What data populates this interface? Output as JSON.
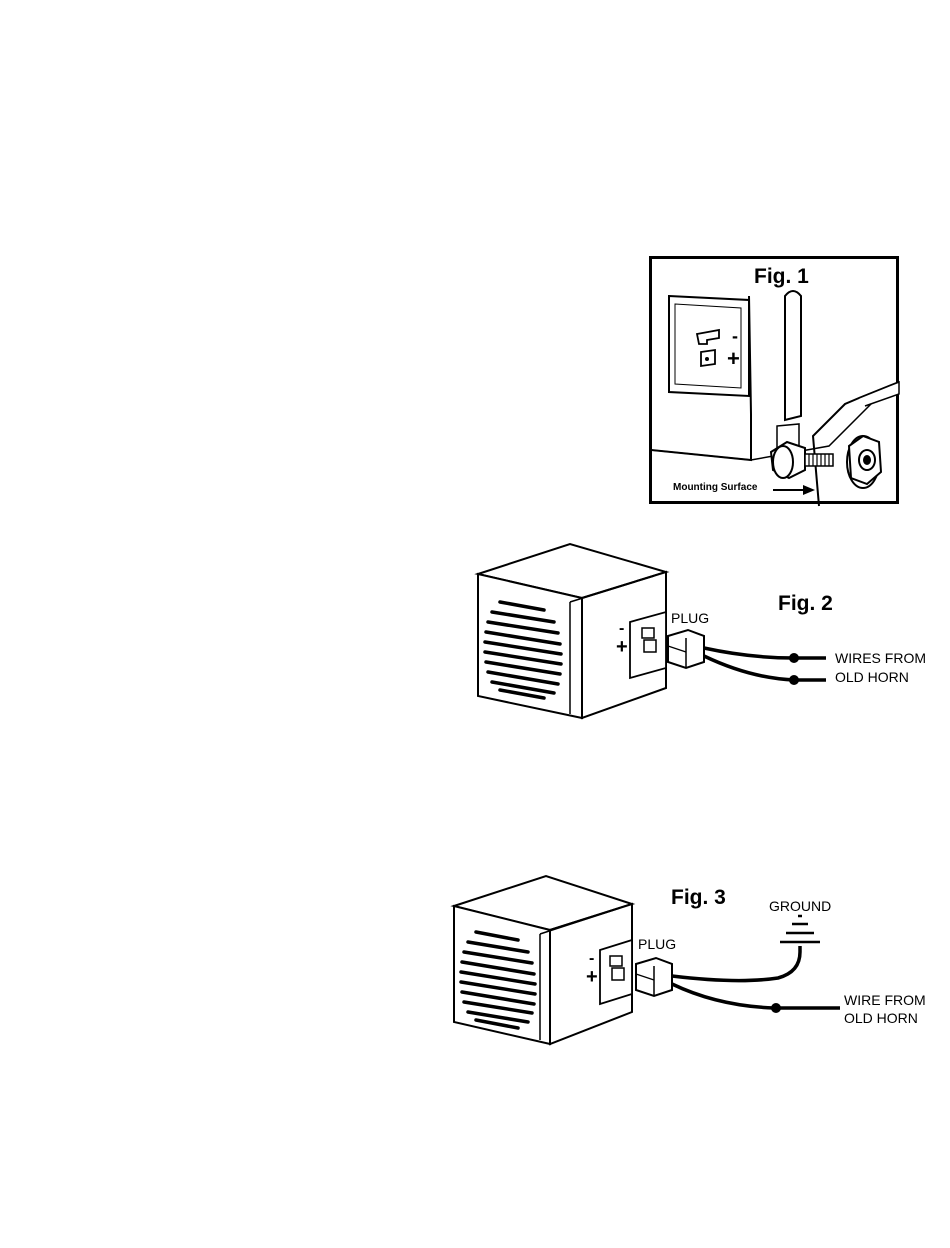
{
  "fig1": {
    "title": "Fig. 1",
    "mounting_label": "Mounting Surface",
    "minus_symbol": "-",
    "plus_symbol": "+"
  },
  "fig2": {
    "title": "Fig. 2",
    "plug_label": "PLUG",
    "wires_label_line1": "WIRES FROM",
    "wires_label_line2": "OLD HORN",
    "minus_symbol": "-",
    "plus_symbol": "+"
  },
  "fig3": {
    "title": "Fig. 3",
    "plug_label": "PLUG",
    "ground_label": "GROUND",
    "wire_label_line1": "WIRE FROM",
    "wire_label_line2": "OLD HORN",
    "minus_symbol": "-",
    "plus_symbol": "+"
  }
}
